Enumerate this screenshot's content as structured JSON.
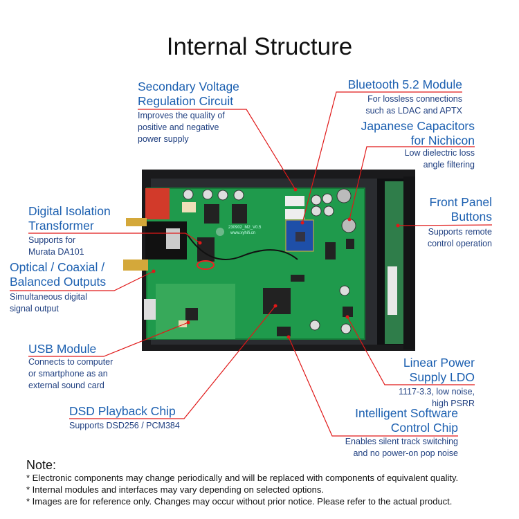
{
  "title": "Internal Structure",
  "callouts": {
    "secondary_voltage": {
      "title": [
        "Secondary Voltage",
        "Regulation Circuit"
      ],
      "desc": [
        "Improves the quality of",
        "positive and negative",
        "power supply"
      ]
    },
    "bluetooth": {
      "title": [
        "Bluetooth 5.2 Module"
      ],
      "desc": [
        "For lossless connections",
        "such as LDAC and APTX"
      ]
    },
    "capacitors": {
      "title": [
        "Japanese Capacitors",
        "for Nichicon"
      ],
      "desc": [
        "Low dielectric loss",
        "angle filtering"
      ]
    },
    "front_panel": {
      "title": [
        "Front Panel",
        "Buttons"
      ],
      "desc": [
        "Supports remote",
        "control operation"
      ]
    },
    "isolation": {
      "title": [
        "Digital Isolation",
        "Transformer"
      ],
      "desc": [
        "Supports for",
        "Murata DA101"
      ]
    },
    "outputs": {
      "title": [
        "Optical / Coaxial /",
        "Balanced Outputs"
      ],
      "desc": [
        "Simultaneous digital",
        "signal output"
      ]
    },
    "usb": {
      "title": [
        "USB Module"
      ],
      "desc": [
        "Connects to computer",
        "or smartphone as an",
        "external sound card"
      ]
    },
    "dsd": {
      "title": [
        "DSD Playback Chip"
      ],
      "desc": [
        "Supports DSD256 / PCM384"
      ]
    },
    "software": {
      "title": [
        "Intelligent Software",
        "Control Chip"
      ],
      "desc": [
        "Enables silent track switching",
        "and no power-on pop noise"
      ]
    },
    "ldo": {
      "title": [
        "Linear Power",
        "Supply LDO"
      ],
      "desc": [
        "1117-3.3, low noise,",
        "high PSRR"
      ]
    }
  },
  "pcb_text": [
    "230902_M2_V0.5",
    "www.xyhifi.cn"
  ],
  "note": {
    "heading": "Note:",
    "items": [
      "* Electronic components may change periodically and will be replaced with components of equivalent quality.",
      "* Internal modules and interfaces may vary depending on selected options.",
      "* Images are for reference only. Changes may occur without prior notice. Please refer to the actual product."
    ]
  },
  "colors": {
    "label": "#1b5fb0",
    "leader": "#e01818",
    "pcb": "#1f9a4c"
  }
}
